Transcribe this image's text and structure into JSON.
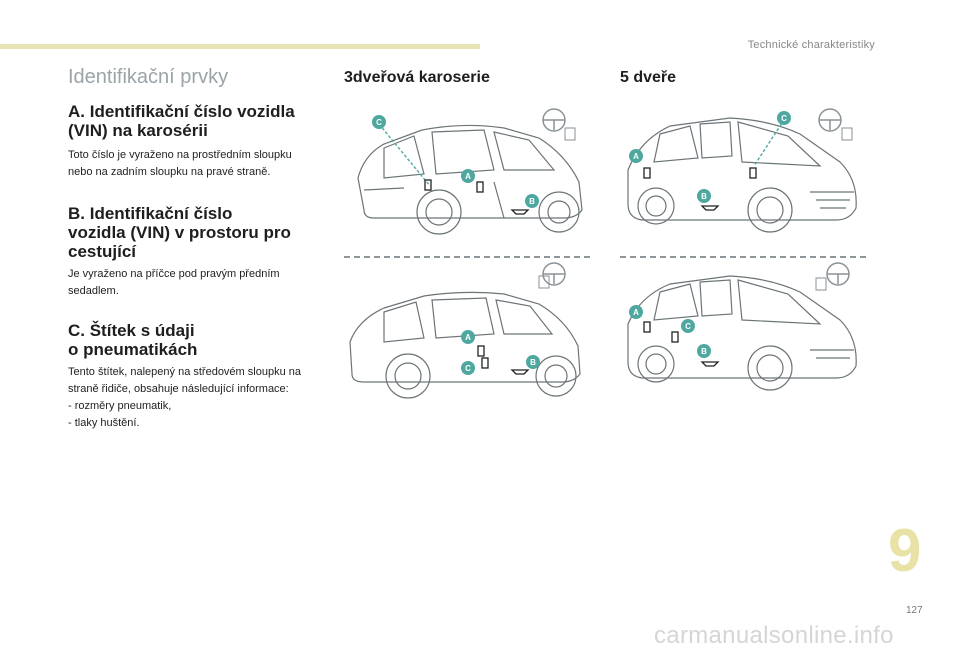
{
  "header": {
    "section": "Technické charakteristiky"
  },
  "page_title": "Identifikační prvky",
  "sections": [
    {
      "heading_line1": "A. Identifikační číslo vozidla",
      "heading_line2": "(VIN) na karosérii",
      "text_line1": "Toto číslo je vyraženo na prostředním sloupku",
      "text_line2": "nebo na zadním sloupku na pravé straně."
    },
    {
      "heading_line1": "B. Identifikační číslo",
      "heading_line2": "vozidla (VIN) v prostoru pro",
      "heading_line3": "cestující",
      "text_line1": "Je vyraženo na příčce pod pravým předním",
      "text_line2": "sedadlem."
    },
    {
      "heading_line1": "C. Štítek s údaji",
      "heading_line2": "o pneumatikách",
      "text_line1": "Tento štítek, nalepený na středovém sloupku na",
      "text_line2": "straně řidiče, obsahuje následující informace:",
      "list": [
        "-   rozměry pneumatik,",
        "-   tlaky huštění."
      ]
    }
  ],
  "columns": {
    "three_door": "3dveřová karoserie",
    "five_door": "5 dveře"
  },
  "markers": {
    "a": "A",
    "b": "B",
    "c": "C"
  },
  "colors": {
    "marker": "#4fa8a0",
    "accent": "#e8e4b4"
  },
  "chapter_number": "9",
  "page_number": "127",
  "footer": "carmanualsonline.info"
}
